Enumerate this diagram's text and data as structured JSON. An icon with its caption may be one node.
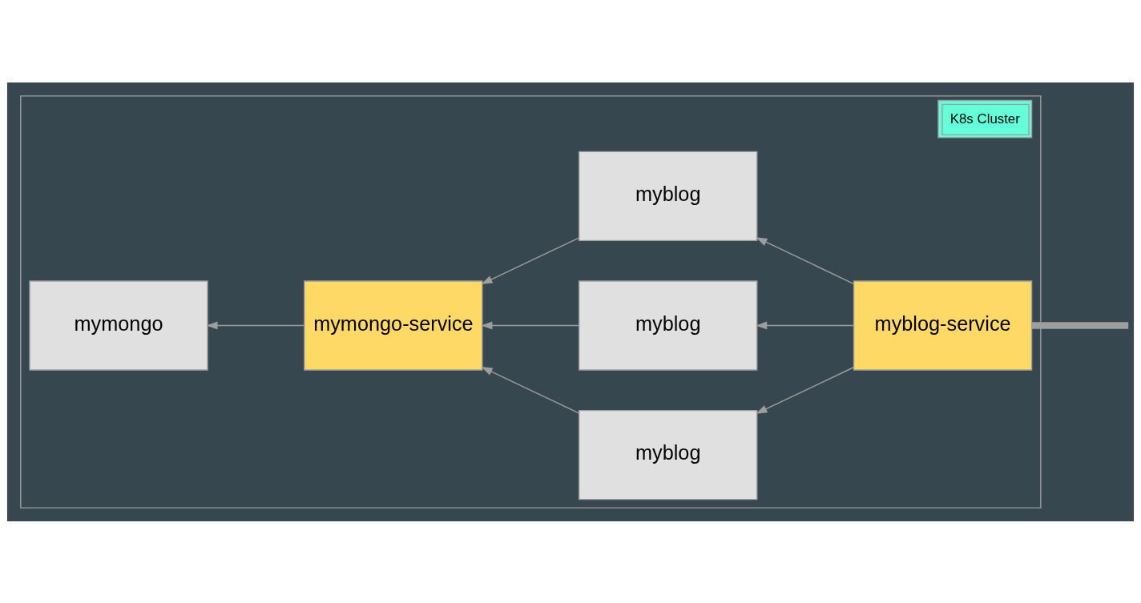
{
  "diagram": {
    "nodes": [
      {
        "text": [
          "K8s Cluster"
        ]
      },
      {
        "text": [
          "myblog-service"
        ],
        "in": 0
      },
      {
        "text": [
          "mymongo"
        ],
        "in": 0
      },
      {
        "text": [
          "mymongo-service"
        ],
        "in": 0
      },
      {
        "text": [
          "myblog"
        ],
        "in": 0
      },
      {
        "text": [
          "myblog"
        ],
        "in": 0
      },
      {
        "text": [
          "myblog"
        ],
        "in": 0
      }
    ],
    "edges": [
      {
        "from": null,
        "to": 1,
        "arrow": "none",
        "style": "thick"
      },
      {
        "from": 1,
        "to": 4,
        "arrow": "to"
      },
      {
        "from": 1,
        "to": 5,
        "arrow": "to"
      },
      {
        "from": 1,
        "to": 6,
        "arrow": "to"
      },
      {
        "from": 4,
        "to": 3,
        "arrow": "to"
      },
      {
        "from": 5,
        "to": 3,
        "arrow": "to"
      },
      {
        "from": 6,
        "to": 3,
        "arrow": "to"
      },
      {
        "from": 3,
        "to": 2,
        "arrow": "to"
      }
    ]
  }
}
